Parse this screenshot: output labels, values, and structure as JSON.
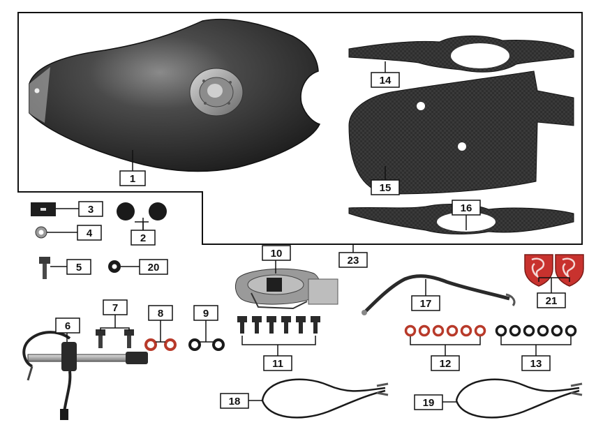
{
  "diagram": {
    "part_callouts": [
      {
        "number": "1"
      },
      {
        "number": "2"
      },
      {
        "number": "3"
      },
      {
        "number": "4"
      },
      {
        "number": "5"
      },
      {
        "number": "6"
      },
      {
        "number": "7"
      },
      {
        "number": "8"
      },
      {
        "number": "9"
      },
      {
        "number": "10"
      },
      {
        "number": "11"
      },
      {
        "number": "12"
      },
      {
        "number": "13"
      },
      {
        "number": "14"
      },
      {
        "number": "15"
      },
      {
        "number": "16"
      },
      {
        "number": "17"
      },
      {
        "number": "18"
      },
      {
        "number": "19"
      },
      {
        "number": "20"
      },
      {
        "number": "21"
      },
      {
        "number": "23"
      }
    ]
  },
  "colors": {
    "part_fill": "#3a3a3a",
    "part_dark": "#1e1e1e",
    "outline": "#111111",
    "washer_red": "#b83a2a",
    "emblem_red": "#c8322e",
    "carbon_gray": "#333333"
  },
  "icons": {
    "emblem": "red-dragon-shield-emblem"
  }
}
